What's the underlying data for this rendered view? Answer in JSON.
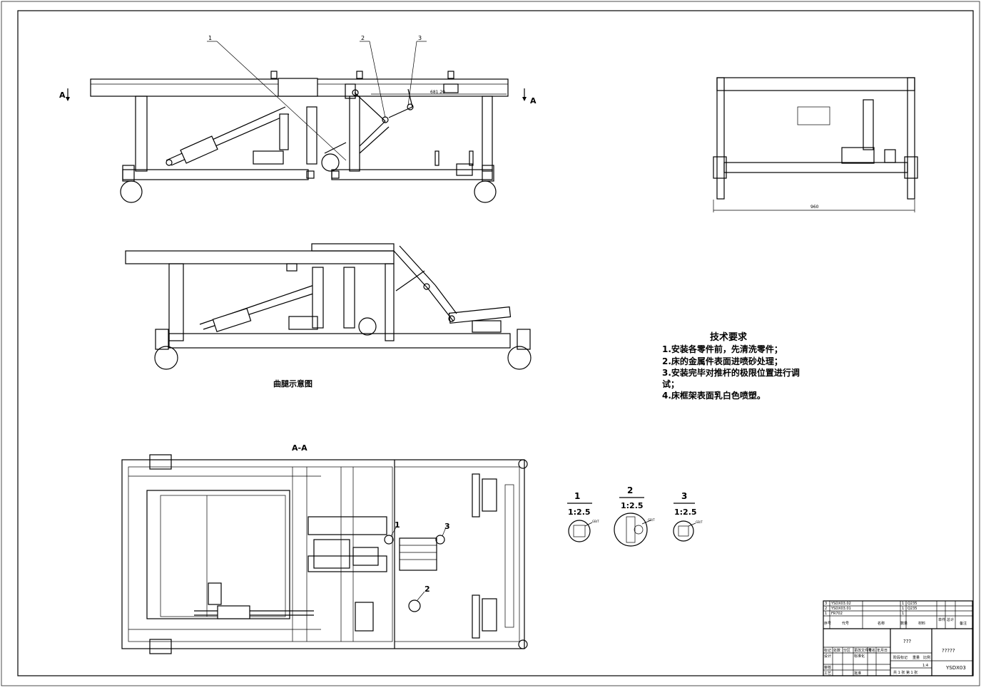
{
  "side_view": {
    "section_marker_left": "A",
    "section_marker_right": "A",
    "dimension": "681.20",
    "callouts": [
      "1",
      "2",
      "3"
    ]
  },
  "end_view": {
    "dimension": "960"
  },
  "leg_view": {
    "caption": "曲腿示意图"
  },
  "section_view": {
    "title": "A-A",
    "callouts": [
      "1",
      "2",
      "3"
    ]
  },
  "details": [
    {
      "number": "1",
      "scale": "1:2.5",
      "note": "GB/T"
    },
    {
      "number": "2",
      "scale": "1:2.5",
      "note": "GB/T"
    },
    {
      "number": "3",
      "scale": "1:2.5",
      "note": "GB/T"
    }
  ],
  "tech_requirements": {
    "title": "技术要求",
    "lines": [
      "1.安装各零件前，先清洗零件；",
      "2.床的金属件表面进喷砂处理；",
      "3.安装完毕对推杆的极限位置进行调",
      "试；",
      "4.床框架表面乳白色喷塑。"
    ]
  },
  "title_block": {
    "parts": [
      [
        "3",
        "YSDX03.02",
        "",
        "1",
        "Q235"
      ],
      [
        "2",
        "YSDX03.01",
        "",
        "1",
        "Q235"
      ],
      [
        "1",
        "FR702",
        "",
        "1",
        ""
      ]
    ],
    "header": [
      "序号",
      "代号",
      "名称",
      "数量",
      "材料",
      "单件",
      "总计",
      "备注"
    ],
    "sign_labels": [
      "标记",
      "处数",
      "分区",
      "更改文件号",
      "签名",
      "年月日"
    ],
    "design_label": "设计",
    "std_label": "标准化",
    "review_label": "审核",
    "craft_label": "工艺",
    "approve_label": "批准",
    "stage_label": "阶段标记",
    "weight_label": "重量",
    "scale_label": "比例",
    "scale_value": "1:4",
    "material_cell": "???",
    "drawing_name": "?????",
    "drawing_code": "YSDX03",
    "sheets": "共 1 张   第 1 张"
  }
}
